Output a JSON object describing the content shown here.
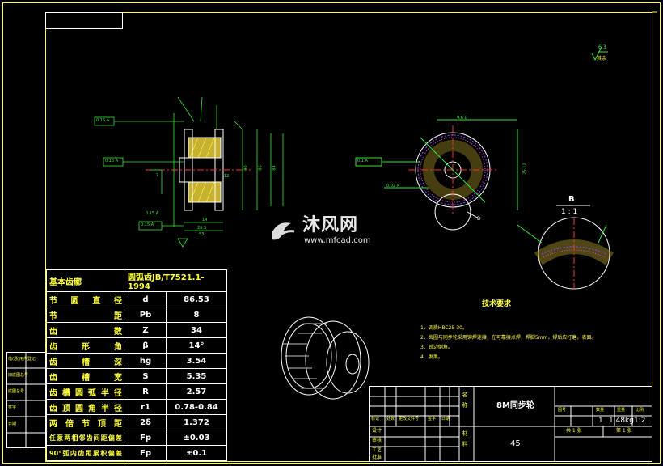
{
  "watermark": {
    "brand_cn": "沐风网",
    "url": "www.mfcad.com"
  },
  "roughness_symbol": "6.3",
  "roughness_label": "其余",
  "section_view": {
    "letter": "B",
    "scale": "1 : 1"
  },
  "leader_label": "B",
  "params_table": {
    "header": {
      "label": "基本齿廓",
      "value": "圆弧齿JB/T7521.1-1994"
    },
    "rows": [
      {
        "name": "节圆直径",
        "symbol": "d",
        "value": "86.53"
      },
      {
        "name": "节距",
        "symbol": "Pb",
        "value": "8"
      },
      {
        "name": "齿数",
        "symbol": "Z",
        "value": "34"
      },
      {
        "name": "齿形角",
        "symbol": "β",
        "value": "14°"
      },
      {
        "name": "齿槽深",
        "symbol": "hg",
        "value": "3.54"
      },
      {
        "name": "齿槽宽",
        "symbol": "S",
        "value": "5.35"
      },
      {
        "name": "齿槽圆弧半径",
        "symbol": "R",
        "value": "2.57"
      },
      {
        "name": "齿顶圆角半径",
        "symbol": "r1",
        "value": "0.78-0.84"
      },
      {
        "name": "两倍节顶距",
        "symbol": "2δ",
        "value": "1.372"
      },
      {
        "name": "任意两相邻齿间距偏差",
        "symbol": "Fp",
        "value": "±0.03"
      },
      {
        "name": "90°弧内齿距累积偏差",
        "symbol": "Fp",
        "value": "±0.1"
      }
    ]
  },
  "tech_requirements": {
    "title": "技术要求",
    "items": [
      "1、调质HBC25-30。",
      "2、齿圈与同步轮采用铆焊连接，在可靠接点焊，焊脚5mm，焊后应打磨，表面。",
      "3、锐边倒角。",
      "4、发黑。"
    ]
  },
  "title_block": {
    "name_label": "名称",
    "part_name": "8M同步轮",
    "material_label": "材料",
    "material": "45",
    "headers": [
      "图号",
      "数量",
      "重量",
      "比例"
    ],
    "quantity": "1",
    "weight": "1.48kg",
    "scale": "1:2",
    "sheet_left": "共 1 张",
    "sheet_right": "第 1 张",
    "sign_rows": [
      "设计",
      "审核",
      "工艺",
      "批准"
    ],
    "mod_headers": [
      "标记",
      "处数",
      "更改文件号",
      "签字",
      "日期"
    ]
  },
  "side_strip": [
    "借(通)用件登记",
    "旧底图总号",
    "底图总号",
    "签字",
    "日期"
  ],
  "dimensions_left_view": [
    "0.15 A",
    "0.15 A",
    "0.15 A",
    "0.15 A",
    "90",
    "86",
    "84",
    "12",
    "7",
    "14",
    "26.5",
    "53"
  ],
  "dimensions_front_view": [
    "9.6 D",
    "0.1 A",
    "0.02 A",
    "25.12"
  ]
}
